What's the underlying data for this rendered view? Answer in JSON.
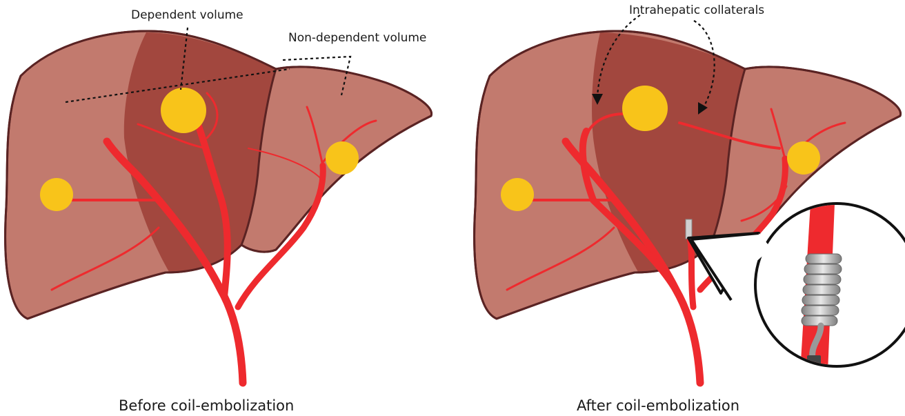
{
  "labels": {
    "dependent_volume": "Dependent volume",
    "non_dependent_volume": "Non-dependent volume",
    "intrahepatic_collaterals": "Intrahepatic collaterals",
    "before_caption": "Before coil-embolization",
    "after_caption": "After coil-embolization"
  },
  "colors": {
    "liver_light": "#c27a6e",
    "liver_dark": "#a2473e",
    "liver_outline": "#5a2323",
    "vessel": "#ee2a2e",
    "tumor": "#f8c41a",
    "coil": "#b5b5b5"
  }
}
